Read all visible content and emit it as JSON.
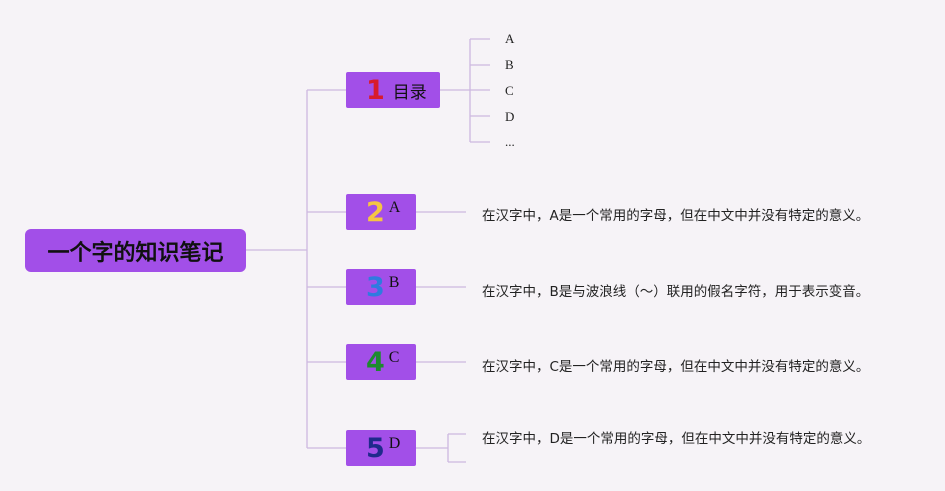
{
  "root": {
    "title": "一个字的知识笔记"
  },
  "branches": [
    {
      "number": "1",
      "label": "目录",
      "color": "#d81b2c",
      "children": [
        "A",
        "B",
        "C",
        "D",
        "..."
      ]
    },
    {
      "number": "2",
      "label": "A",
      "color": "#f5c542",
      "note": "在汉字中，A是一个常用的字母，但在中文中并没有特定的意义。"
    },
    {
      "number": "3",
      "label": "B",
      "color": "#2f7be0",
      "note": "在汉字中，B是与波浪线（〜）联用的假名字符，用于表示变音。"
    },
    {
      "number": "4",
      "label": "C",
      "color": "#1d8a2f",
      "note": "在汉字中，C是一个常用的字母，但在中文中并没有特定的意义。"
    },
    {
      "number": "5",
      "label": "D",
      "color": "#1f2a8c",
      "note": "在汉字中，D是一个常用的字母，但在中文中并没有特定的意义。"
    }
  ],
  "colors": {
    "node_fill": "#a24fe8",
    "connector": "#cdb8e0",
    "background": "#f6f3f7"
  }
}
